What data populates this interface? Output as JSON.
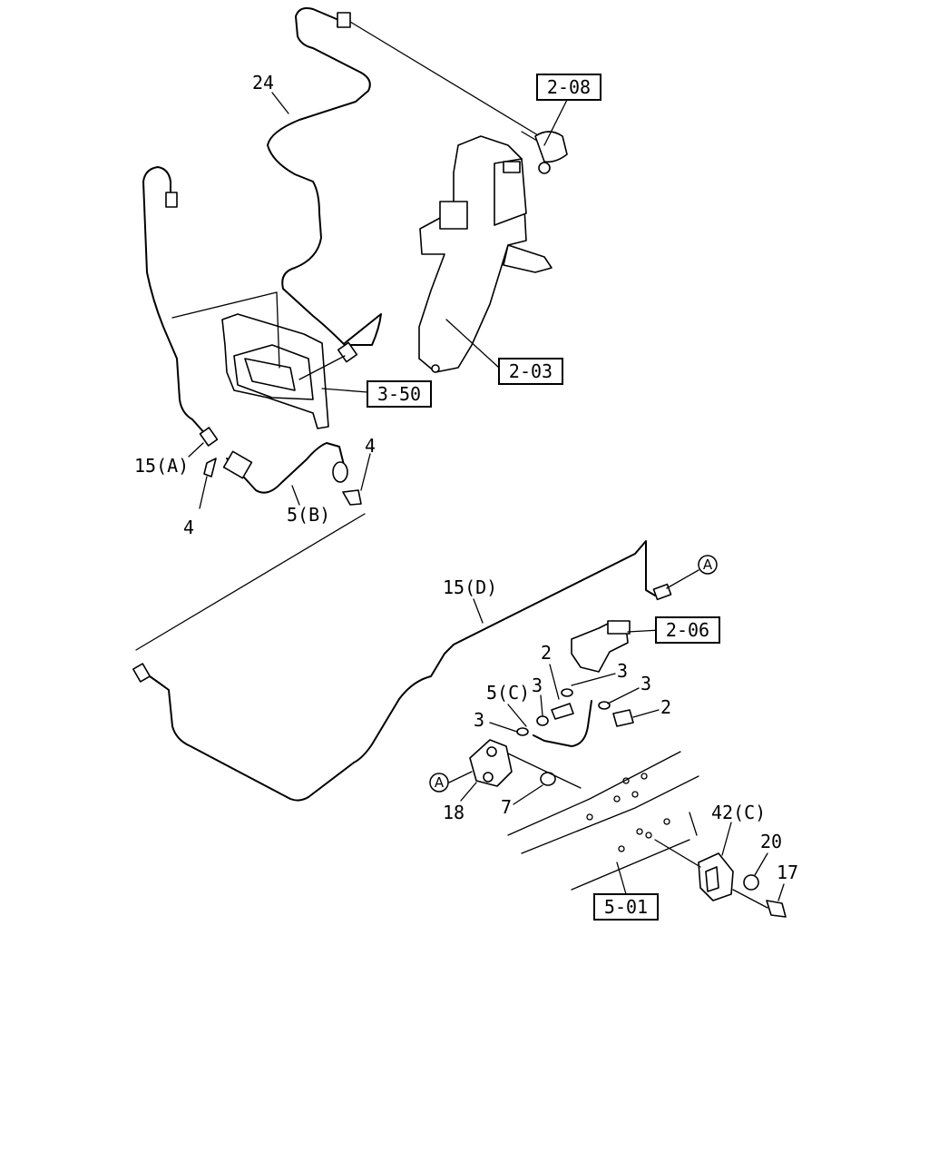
{
  "refs": {
    "r208": "2-08",
    "r203": "2-03",
    "r350": "3-50",
    "r206": "2-06",
    "r501": "5-01"
  },
  "labels": {
    "p24": "24",
    "p15a": "15(A)",
    "p4a": "4",
    "p4b": "4",
    "p5b": "5(B)",
    "p15d": "15(D)",
    "p2a": "2",
    "p3a": "3",
    "p3b": "3",
    "p3c": "3",
    "p2b": "2",
    "p5c": "5(C)",
    "p3d": "3",
    "p18": "18",
    "p7": "7",
    "p42c": "42(C)",
    "p20": "20",
    "p17": "17"
  },
  "connectors": {
    "a1": "A",
    "a2": "A"
  }
}
